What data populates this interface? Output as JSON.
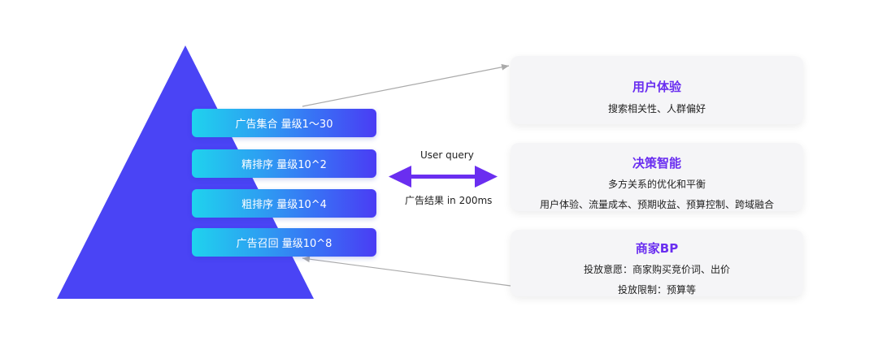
{
  "funnel": {
    "stages": [
      {
        "label": "广告集合 量级1～30"
      },
      {
        "label": "精排序 量级10^2"
      },
      {
        "label": "粗排序 量级10^4"
      },
      {
        "label": "广告召回 量级10^8"
      }
    ]
  },
  "middle": {
    "top_label": "User query",
    "bottom_label": "广告结果 in 200ms"
  },
  "cards": [
    {
      "title": "用户体验",
      "lines": [
        "搜索相关性、人群偏好"
      ]
    },
    {
      "title": "决策智能",
      "lines": [
        "多方关系的优化和平衡",
        "用户体验、流量成本、预期收益、预算控制、跨域融合"
      ]
    },
    {
      "title": "商家BP",
      "lines": [
        "投放意愿：商家购买竞价词、出价",
        "投放限制：预算等"
      ]
    }
  ],
  "colors": {
    "pyramid": "#4a44f5",
    "accent": "#6a2ef0",
    "arrow_gray": "#aaaaaa",
    "card_bg": "#f5f5f7"
  }
}
